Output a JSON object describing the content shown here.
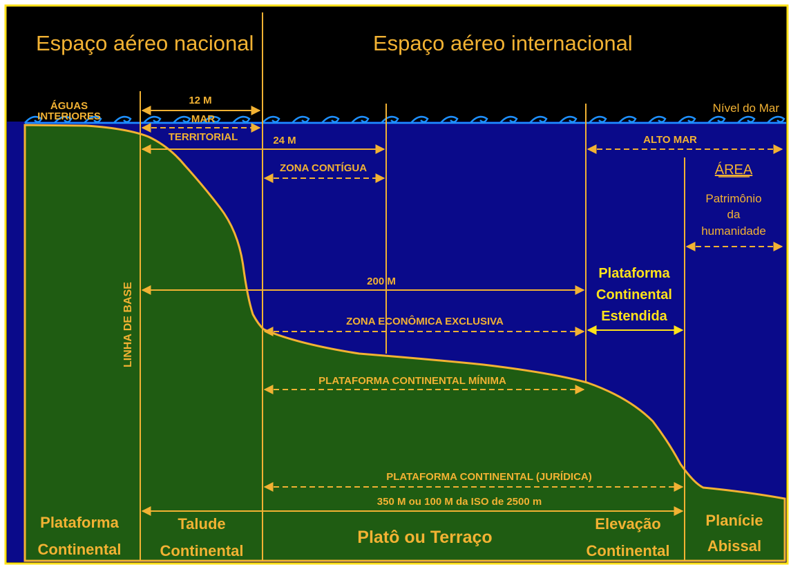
{
  "headers": {
    "national_airspace": "Espaço aéreo nacional",
    "international_airspace": "Espaço aéreo internacional"
  },
  "labels": {
    "inland_waters_line1": "ÁGUAS",
    "inland_waters_line2": "INTERIORES",
    "sea_level": "Nível do Mar",
    "territorial_distance": "12  M",
    "territorial_sea_line1": "MAR",
    "territorial_sea_line2": "TERRITORIAL",
    "contiguous_distance": "24  M",
    "contiguous_zone": "ZONA CONTÍGUA",
    "high_seas": "ALTO MAR",
    "area_title": "ÁREA",
    "area_desc_line1": "Patrimônio",
    "area_desc_line2": "da",
    "area_desc_line3": "humanidade",
    "baseline": "LINHA DE BASE",
    "eez_distance": "200  M",
    "eez": "ZONA ECONÔMICA EXCLUSIVA",
    "extended_shelf_line1": "Plataforma",
    "extended_shelf_line2": "Continental",
    "extended_shelf_line3": "Estendida",
    "min_shelf": "PLATAFORMA CONTINENTAL MÍNIMA",
    "legal_shelf": "PLATAFORMA CONTINENTAL (JURÍDICA)",
    "legal_shelf_distance": "350 M  ou  100 M da ISO de 2500 m"
  },
  "regions": {
    "continental_shelf_line1": "Plataforma",
    "continental_shelf_line2": "Continental",
    "continental_slope_line1": "Talude",
    "continental_slope_line2": "Continental",
    "plateau": "Platô ou Terraço",
    "continental_rise_line1": "Elevação",
    "continental_rise_line2": "Continental",
    "abyssal_plain_line1": "Planície",
    "abyssal_plain_line2": "Abissal"
  },
  "colors": {
    "sky": "#000000",
    "sea": "#0a0a8a",
    "land": "#1f5c12",
    "accent": "#f2b233",
    "highlight": "#ffe21a",
    "waves": "#1e90ff",
    "frame_border": "#ffe21a"
  }
}
